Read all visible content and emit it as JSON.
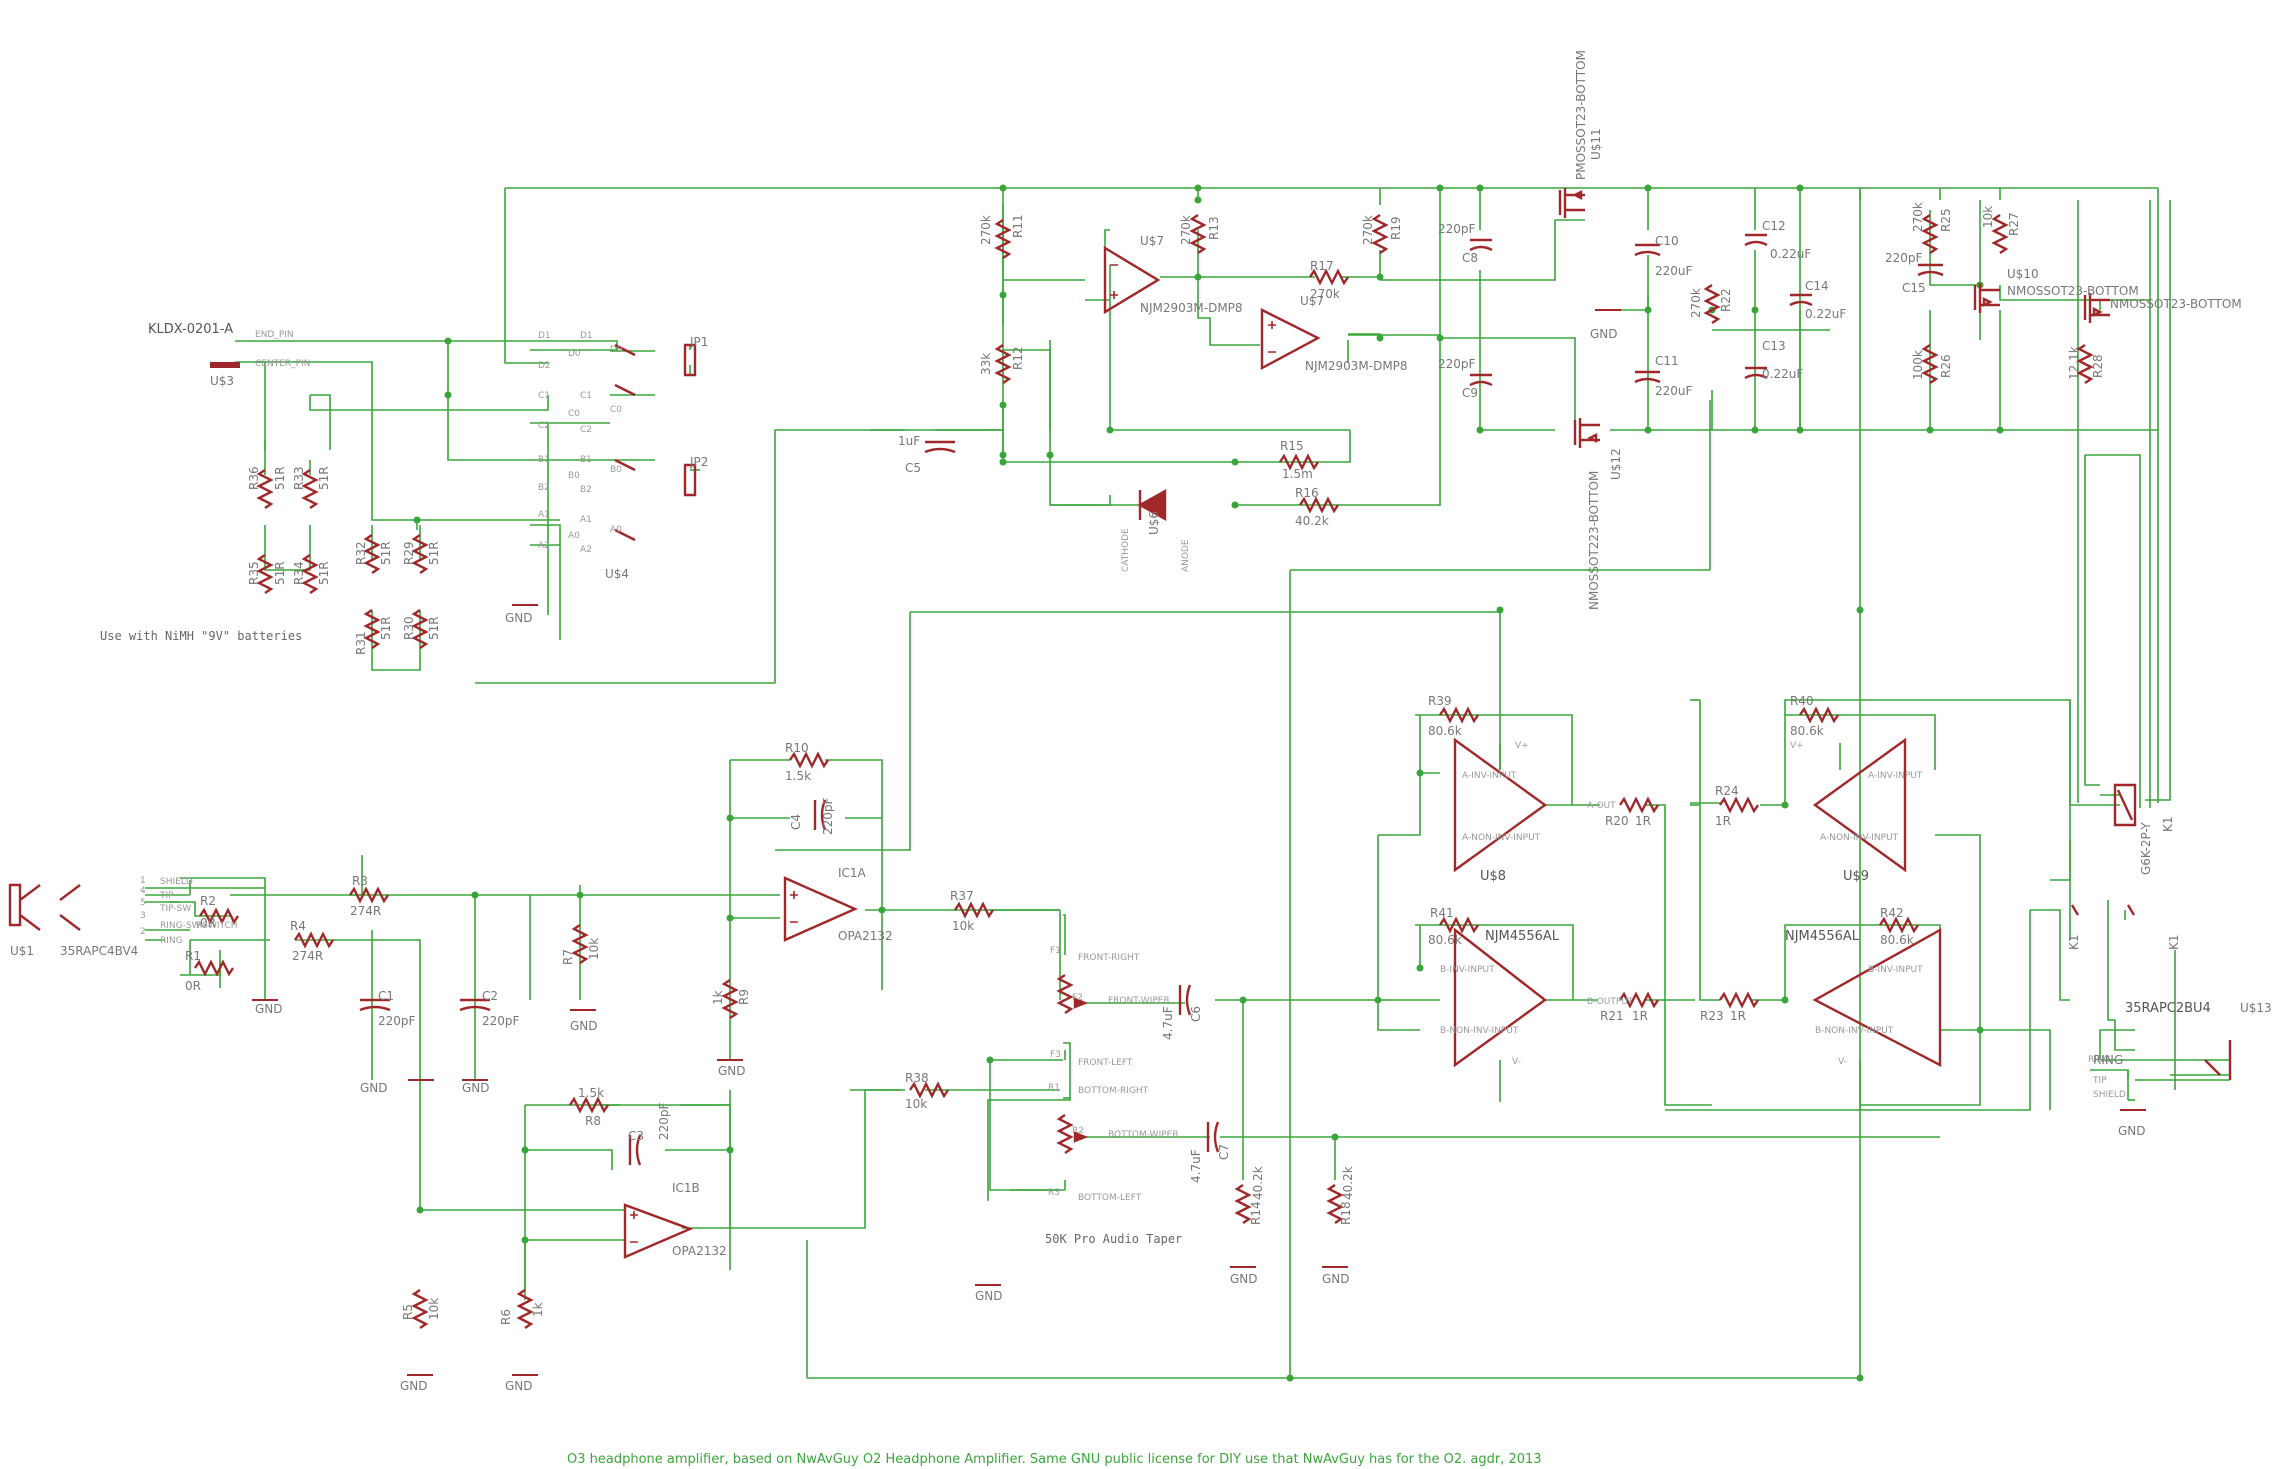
{
  "footer_note": "O3 headphone amplifier, based on NwAvGuy O2 Headphone Amplifier.  Same GNU public license for DIY use that NwAvGuy has for the O2.  agdr, 2013",
  "battery_note": "Use with NiMH \"9V\" batteries",
  "pot_note": "50K Pro Audio Taper",
  "colors": {
    "wire": "#3aa53a",
    "symbol": "#a0282a",
    "text": "#777777"
  },
  "power_jack": {
    "name": "KLDX-0201-A",
    "ref": "U$3",
    "pins": [
      "END_PIN",
      "CENTER_PIN"
    ]
  },
  "switch": {
    "ref": "U$4",
    "pins_left": [
      "D1",
      "D2",
      "C1",
      "C2",
      "B1",
      "B2",
      "A1",
      "A2"
    ],
    "pins_mid": [
      "D1",
      "D0",
      "C1",
      "C0",
      "B1",
      "B0",
      "A1",
      "A0"
    ],
    "pins_right": [
      "D0",
      "C2",
      "C0",
      "B2",
      "B0",
      "A2",
      "A0"
    ]
  },
  "jumpers": [
    "JP1",
    "JP2"
  ],
  "gnd": "GND",
  "input_jack": {
    "ref": "U$1",
    "part": "35RAPC4BV4",
    "pins": [
      "SHIELD",
      "TIP",
      "TIP-SW",
      "RING-SW",
      "RING",
      "RSWITCH"
    ],
    "pin_nums": [
      "1",
      "4",
      "5",
      "3",
      "2"
    ]
  },
  "output_jack": {
    "ref": "U$13",
    "part": "35RAPC2BU4",
    "pins": [
      "RING",
      "TIP",
      "SHIELD"
    ]
  },
  "relay": {
    "ref": "K1",
    "part": "G6K-2P-Y"
  },
  "opamps": {
    "ic1a": {
      "ref": "IC1A",
      "part": "OPA2132"
    },
    "ic1b": {
      "ref": "IC1B",
      "part": "OPA2132"
    },
    "u7": {
      "ref": "U$7",
      "part": "NJM2903M-DMP8"
    },
    "u8": {
      "ref": "U$8",
      "part": "NJM4556AL"
    },
    "u9": {
      "ref": "U$9",
      "part": "NJM4556AL"
    }
  },
  "opamp_pins": [
    "A-INV-INPUT",
    "A-NON-INV-INPUT",
    "A-OUT",
    "B-INV-INPUT",
    "B-NON-INV-INPUT",
    "B-OUTPUT",
    "V+",
    "V-"
  ],
  "mosfets": [
    "PMOSSOT23-BOTTOM",
    "NMOSSOT223-BOTTOM",
    "NMOSSOT23-BOTTOM"
  ],
  "mosfet_refs": [
    "U$11",
    "U$12",
    "U$10"
  ],
  "diode": {
    "ref": "U$6",
    "pins": [
      "CATHODE",
      "ANODE"
    ]
  },
  "pot": {
    "pins": [
      "FRONT-RIGHT",
      "FRONT-WIPER",
      "FRONT-LEFT",
      "BOTTOM-RIGHT",
      "BOTTOM-WIPER",
      "BOTTOM-LEFT"
    ],
    "labels": [
      "F1",
      "F2",
      "F3",
      "R1",
      "R2",
      "R3"
    ]
  },
  "resistors": [
    {
      "ref": "R1",
      "val": "0R"
    },
    {
      "ref": "R2",
      "val": "0R"
    },
    {
      "ref": "R3",
      "val": "274R"
    },
    {
      "ref": "R4",
      "val": "274R"
    },
    {
      "ref": "R5",
      "val": "10k"
    },
    {
      "ref": "R6",
      "val": "1k"
    },
    {
      "ref": "R7",
      "val": "10k"
    },
    {
      "ref": "R8",
      "val": "1.5k"
    },
    {
      "ref": "R9",
      "val": "1k"
    },
    {
      "ref": "R10",
      "val": "1.5k"
    },
    {
      "ref": "R11",
      "val": "270k"
    },
    {
      "ref": "R12",
      "val": "33k"
    },
    {
      "ref": "R13",
      "val": "270k"
    },
    {
      "ref": "R14",
      "val": "40.2k"
    },
    {
      "ref": "R15",
      "val": "1.5m"
    },
    {
      "ref": "R16",
      "val": "40.2k"
    },
    {
      "ref": "R17",
      "val": "270k"
    },
    {
      "ref": "R18",
      "val": "40.2k"
    },
    {
      "ref": "R19",
      "val": "270k"
    },
    {
      "ref": "R20",
      "val": "1R"
    },
    {
      "ref": "R21",
      "val": "1R"
    },
    {
      "ref": "R22",
      "val": "270k"
    },
    {
      "ref": "R23",
      "val": "1R"
    },
    {
      "ref": "R24",
      "val": "1R"
    },
    {
      "ref": "R25",
      "val": "270k"
    },
    {
      "ref": "R26",
      "val": "100k"
    },
    {
      "ref": "R27",
      "val": "10k"
    },
    {
      "ref": "R28",
      "val": "12.1k"
    },
    {
      "ref": "R29",
      "val": "51R"
    },
    {
      "ref": "R30",
      "val": "51R"
    },
    {
      "ref": "R31",
      "val": "51R"
    },
    {
      "ref": "R32",
      "val": "51R"
    },
    {
      "ref": "R33",
      "val": "51R"
    },
    {
      "ref": "R34",
      "val": "51R"
    },
    {
      "ref": "R35",
      "val": "51R"
    },
    {
      "ref": "R36",
      "val": "51R"
    },
    {
      "ref": "R37",
      "val": "10k"
    },
    {
      "ref": "R38",
      "val": "10k"
    },
    {
      "ref": "R39",
      "val": "80.6k"
    },
    {
      "ref": "R40",
      "val": "80.6k"
    },
    {
      "ref": "R41",
      "val": "80.6k"
    },
    {
      "ref": "R42",
      "val": "80.6k"
    }
  ],
  "capacitors": [
    {
      "ref": "C1",
      "val": "220pF"
    },
    {
      "ref": "C2",
      "val": "220pF"
    },
    {
      "ref": "C3",
      "val": "220pF"
    },
    {
      "ref": "C4",
      "val": "220pF"
    },
    {
      "ref": "C5",
      "val": "1uF"
    },
    {
      "ref": "C6",
      "val": "4.7uF"
    },
    {
      "ref": "C7",
      "val": "4.7uF"
    },
    {
      "ref": "C8",
      "val": "220pF"
    },
    {
      "ref": "C9",
      "val": "220pF"
    },
    {
      "ref": "C10",
      "val": "220uF"
    },
    {
      "ref": "C11",
      "val": "220uF"
    },
    {
      "ref": "C12",
      "val": "0.22uF"
    },
    {
      "ref": "C13",
      "val": "0.22uF"
    },
    {
      "ref": "C14",
      "val": "0.22uF"
    },
    {
      "ref": "C15",
      "val": "220pF"
    }
  ]
}
